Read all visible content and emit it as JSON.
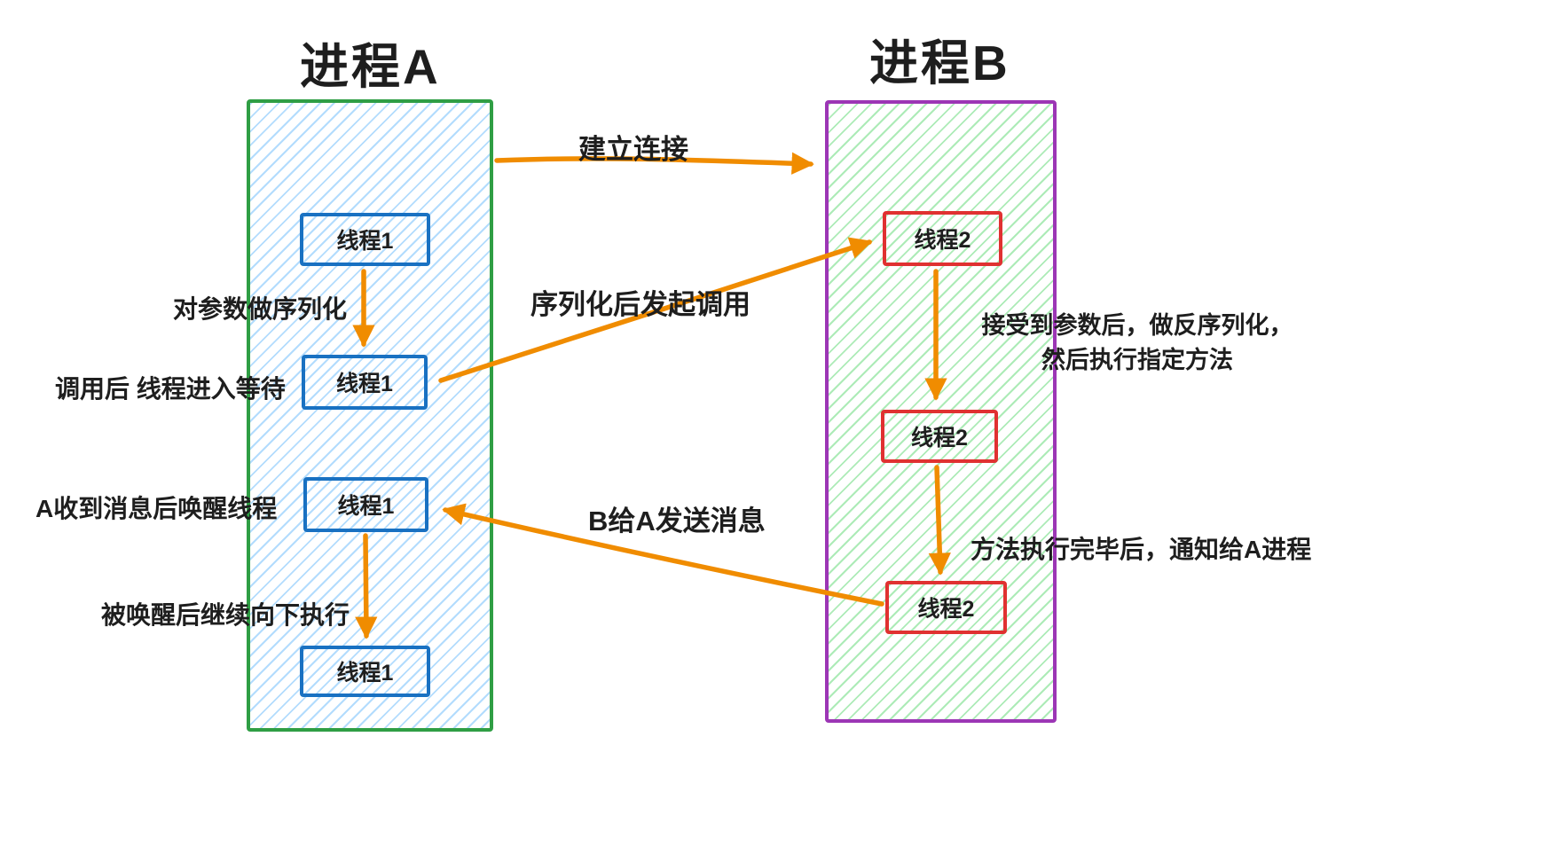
{
  "diagram": {
    "process_a": {
      "title": "进程A",
      "threads": [
        "线程1",
        "线程1",
        "线程1",
        "线程1"
      ]
    },
    "process_b": {
      "title": "进程B",
      "threads": [
        "线程2",
        "线程2",
        "线程2"
      ]
    },
    "labels": {
      "establish_connection": "建立连接",
      "serialize_params": "对参数做序列化",
      "call_then_wait": "调用后 线程进入等待",
      "serialized_call": "序列化后发起调用",
      "deserialize_line1": "接受到参数后，做反序列化，",
      "deserialize_line2": "然后执行指定方法",
      "a_wake_thread": "A收到消息后唤醒线程",
      "b_send_message": "B给A发送消息",
      "method_finished": "方法执行完毕后，通知给A进程",
      "continue_down": "被唤醒后继续向下执行"
    },
    "colors": {
      "process_a_border": "#2f9e44",
      "process_a_hatch": "#74c0fc",
      "process_b_border": "#9c36b5",
      "process_b_hatch": "#69db7c",
      "thread1_border": "#1971c2",
      "thread2_border": "#e03131",
      "arrow": "#f08c00",
      "text": "#1e1e1e"
    }
  }
}
